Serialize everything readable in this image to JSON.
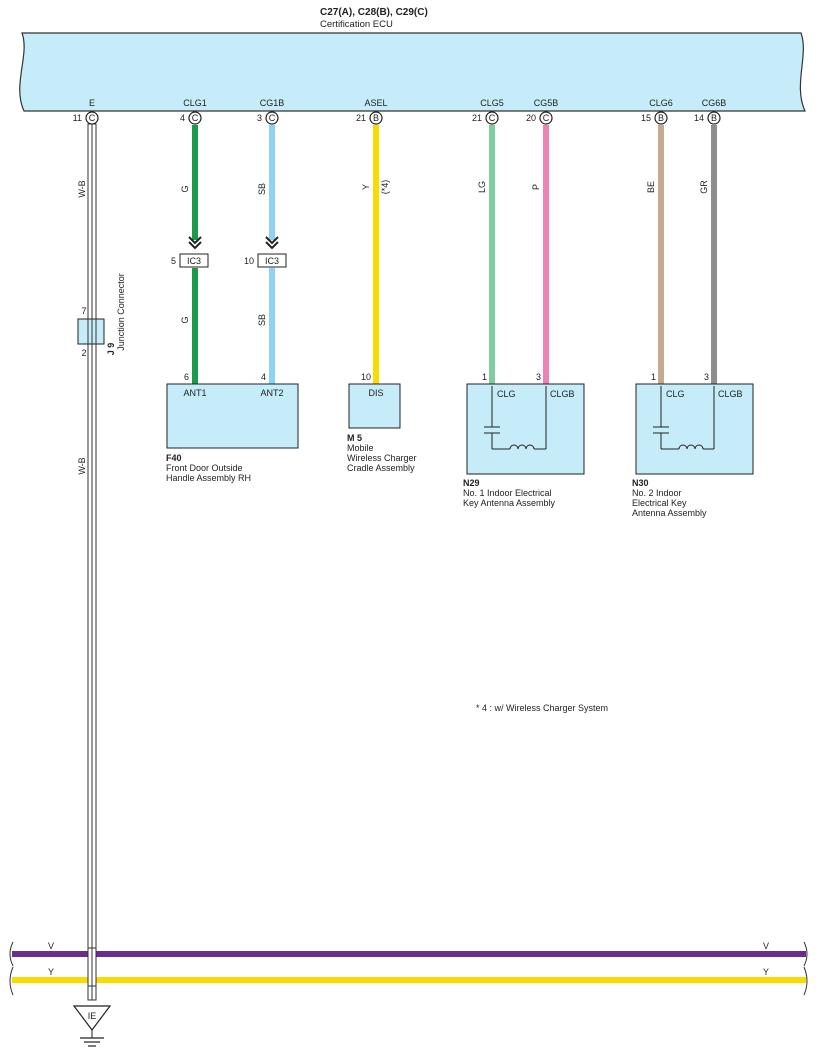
{
  "ecu": {
    "codes": "C27(A), C28(B), C29(C)",
    "name": "Certification ECU",
    "terminals": [
      {
        "name": "E",
        "pin": "11",
        "conn": "C"
      },
      {
        "name": "CLG1",
        "pin": "4",
        "conn": "C"
      },
      {
        "name": "CG1B",
        "pin": "3",
        "conn": "C"
      },
      {
        "name": "ASEL",
        "pin": "21",
        "conn": "B"
      },
      {
        "name": "CLG5",
        "pin": "21",
        "conn": "C"
      },
      {
        "name": "CG5B",
        "pin": "20",
        "conn": "C"
      },
      {
        "name": "CLG6",
        "pin": "15",
        "conn": "B"
      },
      {
        "name": "CG6B",
        "pin": "14",
        "conn": "B"
      }
    ]
  },
  "wires": {
    "e_upper": "W-B",
    "e_lower": "W-B",
    "clg1_upper": "G",
    "clg1_lower": "G",
    "cg1b_upper": "SB",
    "cg1b_lower": "SB",
    "asel": "Y",
    "asel_note": "(*4)",
    "clg5": "LG",
    "cg5b": "P",
    "clg6": "BE",
    "cg6b": "GR"
  },
  "colors": {
    "G": "#1a9a4a",
    "SB": "#8fd3f4",
    "Y": "#f6dc00",
    "LG": "#7fcca0",
    "P": "#ee82b4",
    "BE": "#c4ab90",
    "GR": "#8e8e8e",
    "V": "#6a2d8c",
    "ecu_fill": "#c5ecf8",
    "box_fill": "#c5ecf8"
  },
  "ic3": {
    "connector": "IC3",
    "left_pin": "5",
    "right_pin": "10"
  },
  "junction": {
    "code": "J 9",
    "name": "Junction Connector",
    "pin_top": "7",
    "pin_bottom": "2"
  },
  "f40": {
    "code": "F40",
    "line1": "Front Door Outside",
    "line2": "Handle Assembly RH",
    "t1": "ANT1",
    "t2": "ANT2",
    "pin1": "6",
    "pin2": "4"
  },
  "m5": {
    "code": "M 5",
    "line1": "Mobile",
    "line2": "Wireless Charger",
    "line3": "Cradle Assembly",
    "t1": "DIS",
    "pin1": "10"
  },
  "n29": {
    "code": "N29",
    "line1": "No. 1 Indoor Electrical",
    "line2": "Key Antenna Assembly",
    "t1": "CLG",
    "t2": "CLGB",
    "pin1": "1",
    "pin2": "3"
  },
  "n30": {
    "code": "N30",
    "line1": "No. 2 Indoor",
    "line2": "Electrical Key",
    "line3": "Antenna Assembly",
    "t1": "CLG",
    "t2": "CLGB",
    "pin1": "1",
    "pin2": "3"
  },
  "note": "* 4 : w/ Wireless Charger System",
  "bus": {
    "v": "V",
    "y": "Y"
  },
  "ground": {
    "label": "IE"
  }
}
